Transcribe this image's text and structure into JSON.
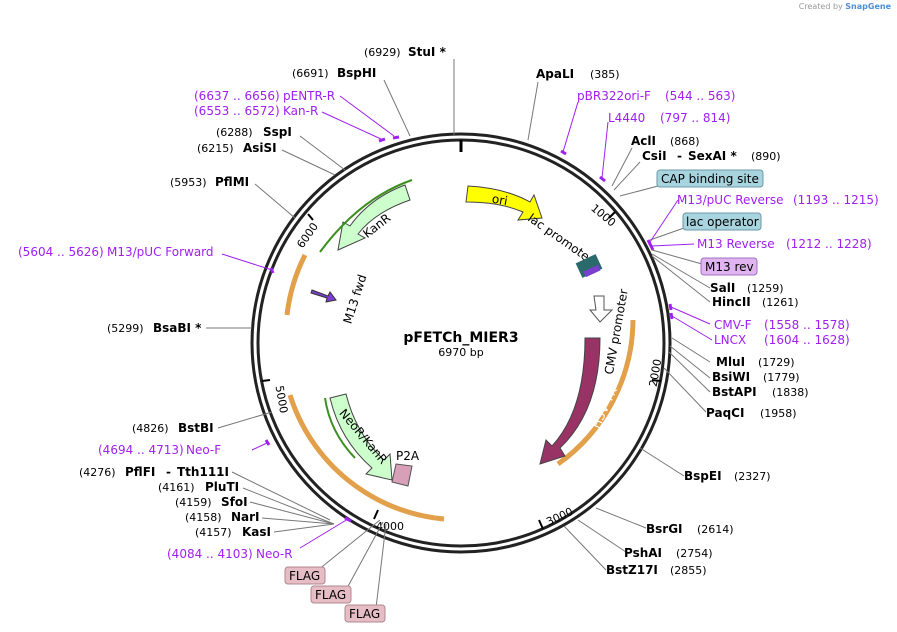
{
  "credit": {
    "prefix": "Created by",
    "brand": "SnapGene"
  },
  "plasmid": {
    "name": "pFETCh_MIER3",
    "length_label": "6970 bp"
  },
  "ticks": [
    {
      "bp": 1000,
      "label": "1000"
    },
    {
      "bp": 2000,
      "label": "2000"
    },
    {
      "bp": 3000,
      "label": "3000"
    },
    {
      "bp": 4000,
      "label": "4000"
    },
    {
      "bp": 5000,
      "label": "5000"
    },
    {
      "bp": 6000,
      "label": "6000"
    }
  ],
  "sites": [
    {
      "name": "StuI *",
      "pos": "(6929)",
      "bp": 6929
    },
    {
      "name": "BspHI",
      "pos": "(6691)",
      "bp": 6691
    },
    {
      "name": "SspI",
      "pos": "(6288)",
      "bp": 6288
    },
    {
      "name": "AsiSI",
      "pos": "(6215)",
      "bp": 6215
    },
    {
      "name": "PflMI",
      "pos": "(5953)",
      "bp": 5953
    },
    {
      "name": "BsaBI *",
      "pos": "(5299)",
      "bp": 5299
    },
    {
      "name": "BstBI",
      "pos": "(4826)",
      "bp": 4826
    },
    {
      "name": "PflFI",
      "pos": "(4276)",
      "name2": "Tth111I",
      "bp": 4276
    },
    {
      "name": "PluTI",
      "pos": "(4161)",
      "bp": 4161
    },
    {
      "name": "SfoI",
      "pos": "(4159)",
      "bp": 4159
    },
    {
      "name": "NarI",
      "pos": "(4158)",
      "bp": 4158
    },
    {
      "name": "KasI",
      "pos": "(4157)",
      "bp": 4157
    },
    {
      "name": "ApaLI",
      "pos": "(385)",
      "bp": 385
    },
    {
      "name": "AclI",
      "pos": "(868)",
      "bp": 868
    },
    {
      "name": "CsiI",
      "pos": "(890)",
      "name2": "SexAI *",
      "bp": 890
    },
    {
      "name": "SalI",
      "pos": "(1259)",
      "bp": 1259
    },
    {
      "name": "HincII",
      "pos": "(1261)",
      "bp": 1261
    },
    {
      "name": "MluI",
      "pos": "(1729)",
      "bp": 1729
    },
    {
      "name": "BsiWI",
      "pos": "(1779)",
      "bp": 1779
    },
    {
      "name": "BstAPI",
      "pos": "(1838)",
      "bp": 1838
    },
    {
      "name": "PaqCI",
      "pos": "(1958)",
      "bp": 1958
    },
    {
      "name": "BspEI",
      "pos": "(2327)",
      "bp": 2327
    },
    {
      "name": "BsrGI",
      "pos": "(2614)",
      "bp": 2614
    },
    {
      "name": "PshAI",
      "pos": "(2754)",
      "bp": 2754
    },
    {
      "name": "BstZ17I",
      "pos": "(2855)",
      "bp": 2855
    }
  ],
  "primers": [
    {
      "name": "pENTR-R",
      "range": "(6637 .. 6656)"
    },
    {
      "name": "Kan-R",
      "range": "(6553 .. 6572)"
    },
    {
      "name": "M13/pUC Forward",
      "range": "(5604 .. 5626)"
    },
    {
      "name": "Neo-F",
      "range": "(4694 .. 4713)"
    },
    {
      "name": "Neo-R",
      "range": "(4084 .. 4103)"
    },
    {
      "name": "pBR322ori-F",
      "range": "(544 .. 563)"
    },
    {
      "name": "L4440",
      "range": "(797 .. 814)"
    },
    {
      "name": "M13/pUC Reverse",
      "range": "(1193 .. 1215)"
    },
    {
      "name": "M13 Reverse",
      "range": "(1212 .. 1228)"
    },
    {
      "name": "CMV-F",
      "range": "(1558 .. 1578)"
    },
    {
      "name": "LNCX",
      "range": "(1604 .. 1628)"
    }
  ],
  "boxed_features": [
    {
      "name": "CAP binding site",
      "color": "#a8d4df"
    },
    {
      "name": "lac operator",
      "color": "#a8d4df"
    },
    {
      "name": "M13 rev",
      "color": "#e0b4f0"
    },
    {
      "name": "FLAG",
      "color": "#e6bcc5"
    },
    {
      "name": "FLAG",
      "color": "#e6bcc5"
    },
    {
      "name": "FLAG",
      "color": "#e6bcc5"
    }
  ],
  "inner_features": [
    {
      "name": "ori",
      "color": "#ffff00"
    },
    {
      "name": "lac promoter",
      "color": "#ffffff"
    },
    {
      "name": "CMV promoter",
      "color": "#ffffff"
    },
    {
      "name": "HSV TK",
      "color": "#993366"
    },
    {
      "name": "KanR",
      "color": "#ccffcc"
    },
    {
      "name": "NeoR/KanR",
      "color": "#ccffcc"
    },
    {
      "name": "P2A",
      "color": "#ffffff"
    },
    {
      "name": "M13 fwd",
      "color": "#ffffff"
    }
  ],
  "colors": {
    "backbone": "#222222",
    "orf_outline": "#f0b44c",
    "primer": "#a020f0",
    "resistance_line": "#3d8f1f"
  }
}
